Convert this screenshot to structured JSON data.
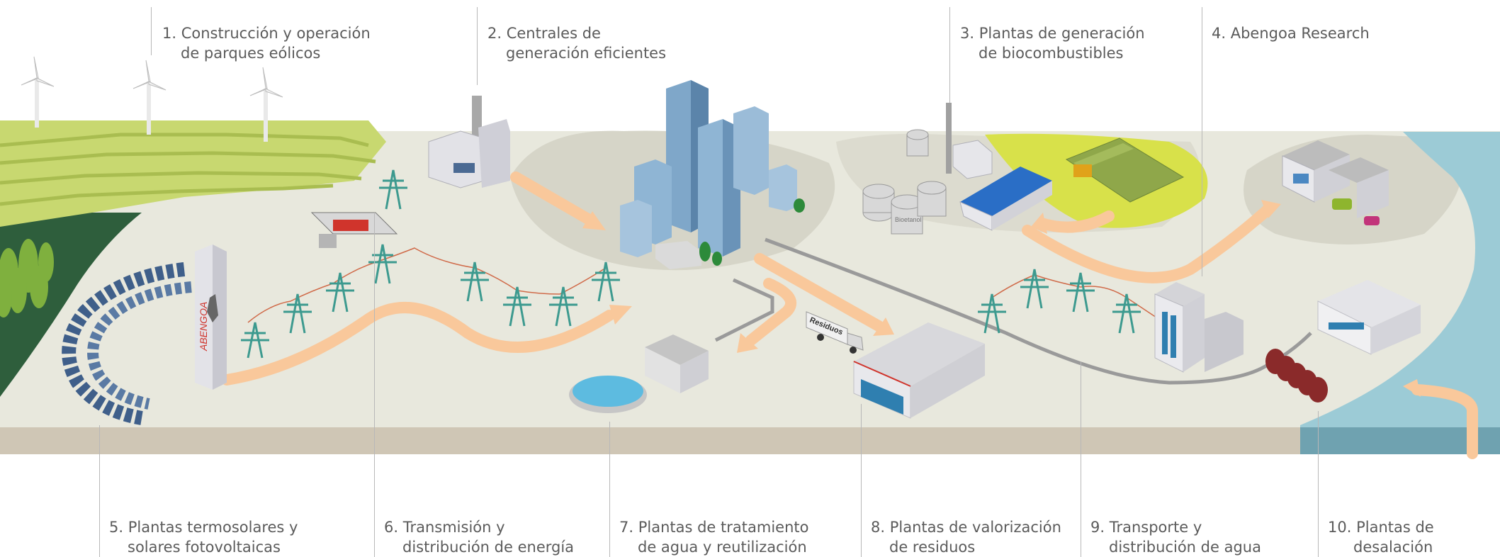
{
  "labels": [
    {
      "line1": "1. Construcción y operación",
      "line2": "de parques eólicos"
    },
    {
      "line1": "2. Centrales de",
      "line2": "generación eficientes"
    },
    {
      "line1": "3. Plantas de generación",
      "line2": "de biocombustibles"
    },
    {
      "line1": "4. Abengoa Research",
      "line2": ""
    },
    {
      "line1": "5. Plantas termosolares y",
      "line2": "solares fotovoltaicas"
    },
    {
      "line1": "6. Transmisión y",
      "line2": "distribución de energía"
    },
    {
      "line1": "7. Plantas de tratamiento",
      "line2": "de agua y reutilización"
    },
    {
      "line1": "8. Plantas de valorización",
      "line2": "de residuos"
    },
    {
      "line1": "9. Transporte y",
      "line2": "distribución de agua"
    },
    {
      "line1": "10. Plantas de",
      "line2": "desalación"
    }
  ],
  "scene_text": {
    "tower_brand": "ABENGOA",
    "truck_text": "Residuos",
    "tank_text": "Bioetanol"
  },
  "colors": {
    "ground": "#e8e8dd",
    "ground_shadow": "#d2d2c4",
    "base_strip": "#cfc6b5",
    "hill": "#c8d870",
    "forest": "#2e5e3c",
    "water": "#9ccbd6",
    "water_dark": "#6fa2b0",
    "flow_arrow": "#f9c89b",
    "pylon": "#3d9a8f",
    "label_text": "#5b5b5b",
    "leader_line": "#b8b8b8"
  }
}
